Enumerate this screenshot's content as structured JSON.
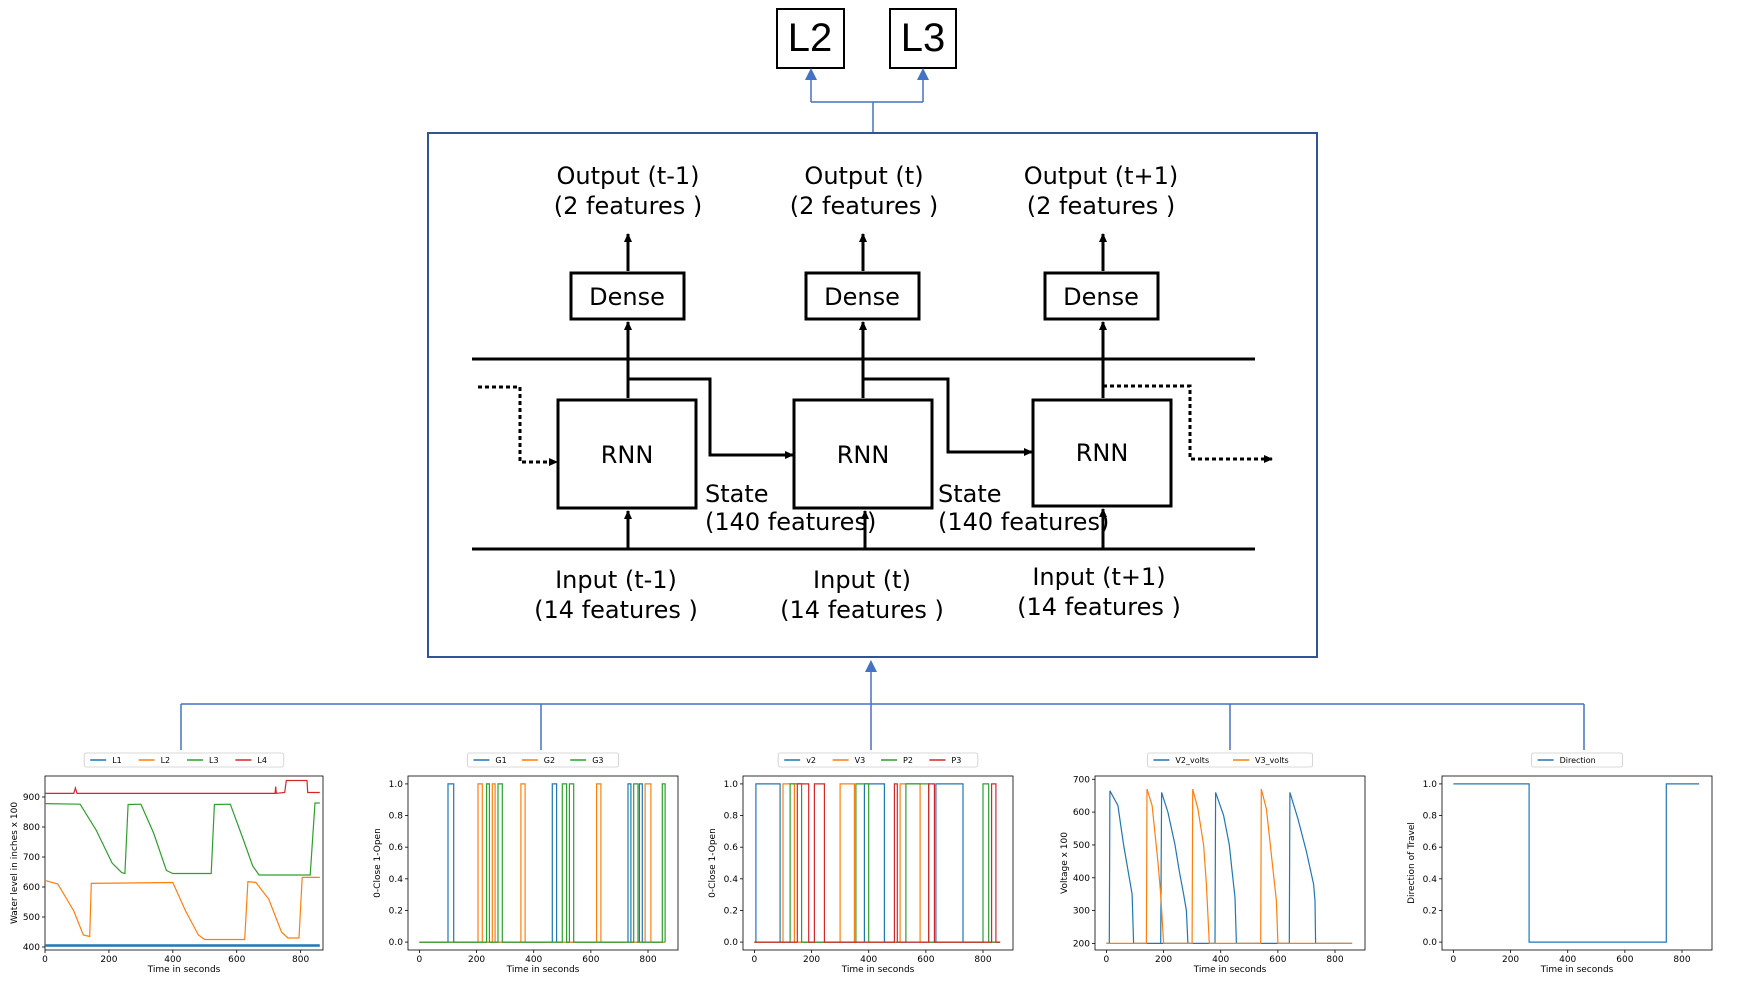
{
  "outputs": [
    "L2",
    "L3"
  ],
  "timesteps": [
    {
      "output_label": "Output (t-1)",
      "output_features": "(2 features )",
      "dense": "Dense",
      "rnn": "RNN",
      "input_label": "Input (t-1)",
      "input_features": "(14 features )"
    },
    {
      "output_label": "Output (t)",
      "output_features": "(2 features )",
      "dense": "Dense",
      "rnn": "RNN",
      "input_label": "Input (t)",
      "input_features": "(14 features )"
    },
    {
      "output_label": "Output (t+1)",
      "output_features": "(2 features )",
      "dense": "Dense",
      "rnn": "RNN",
      "input_label": "Input (t+1)",
      "input_features": "(14 features )"
    }
  ],
  "states": [
    {
      "label": "State",
      "features": "(140 features)"
    },
    {
      "label": "State",
      "features": "(140 features)"
    }
  ],
  "colors": {
    "connector": "#4472c4",
    "frame": "#2f5597",
    "blue": "#1f77b4",
    "orange": "#ff7f0e",
    "green": "#2ca02c",
    "red": "#d62728"
  },
  "chart_data": [
    {
      "type": "line",
      "xlabel": "Time in seconds",
      "ylabel": "Water level in inches x 100",
      "xticks": [
        "0",
        "200",
        "400",
        "600",
        "800"
      ],
      "yticks": [
        "400",
        "500",
        "600",
        "700",
        "800",
        "900"
      ],
      "xlim": [
        0,
        870
      ],
      "ylim": [
        390,
        970
      ],
      "legend": "top-center",
      "series": [
        {
          "name": "L1",
          "color": "#1f77b4",
          "points": [
            [
              0,
              405
            ],
            [
              860,
              405
            ]
          ]
        },
        {
          "name": "L2",
          "color": "#ff7f0e",
          "points": [
            [
              0,
              622
            ],
            [
              40,
              610
            ],
            [
              90,
              520
            ],
            [
              120,
              440
            ],
            [
              140,
              435
            ],
            [
              145,
              612
            ],
            [
              400,
              615
            ],
            [
              440,
              520
            ],
            [
              480,
              440
            ],
            [
              500,
              425
            ],
            [
              625,
              425
            ],
            [
              635,
              618
            ],
            [
              660,
              615
            ],
            [
              700,
              560
            ],
            [
              740,
              450
            ],
            [
              760,
              430
            ],
            [
              795,
              430
            ],
            [
              805,
              632
            ],
            [
              860,
              632
            ]
          ]
        },
        {
          "name": "L3",
          "color": "#2ca02c",
          "points": [
            [
              0,
              878
            ],
            [
              110,
              876
            ],
            [
              160,
              790
            ],
            [
              210,
              680
            ],
            [
              240,
              648
            ],
            [
              250,
              645
            ],
            [
              260,
              875
            ],
            [
              300,
              876
            ],
            [
              340,
              780
            ],
            [
              380,
              655
            ],
            [
              400,
              645
            ],
            [
              520,
              645
            ],
            [
              530,
              875
            ],
            [
              580,
              876
            ],
            [
              620,
              760
            ],
            [
              650,
              670
            ],
            [
              670,
              640
            ],
            [
              810,
              640
            ],
            [
              830,
              640
            ],
            [
              845,
              880
            ],
            [
              860,
              880
            ]
          ]
        },
        {
          "name": "L4",
          "color": "#d62728",
          "points": [
            [
              0,
              912
            ],
            [
              90,
              912
            ],
            [
              95,
              930
            ],
            [
              100,
              912
            ],
            [
              300,
              912
            ],
            [
              600,
              912
            ],
            [
              720,
              912
            ],
            [
              722,
              935
            ],
            [
              724,
              912
            ],
            [
              750,
              915
            ],
            [
              755,
              955
            ],
            [
              820,
              955
            ],
            [
              822,
              915
            ],
            [
              860,
              915
            ]
          ]
        }
      ]
    },
    {
      "type": "line",
      "xlabel": "Time in seconds",
      "ylabel": "0-Close 1-Open",
      "xticks": [
        "0",
        "200",
        "400",
        "600",
        "800"
      ],
      "yticks": [
        "0.0",
        "0.2",
        "0.4",
        "0.6",
        "0.8",
        "1.0"
      ],
      "xlim": [
        -40,
        905
      ],
      "ylim": [
        -0.05,
        1.05
      ],
      "legend": "top-center",
      "series": [
        {
          "name": "G1",
          "color": "#1f77b4",
          "pulses": [
            [
              100,
              120
            ],
            [
              465,
              480
            ],
            [
              730,
              740
            ],
            [
              770,
              780
            ]
          ]
        },
        {
          "name": "G2",
          "color": "#ff7f0e",
          "pulses": [
            [
              205,
              220
            ],
            [
              255,
              265
            ],
            [
              355,
              370
            ],
            [
              620,
              635
            ],
            [
              790,
              810
            ]
          ]
        },
        {
          "name": "G3",
          "color": "#2ca02c",
          "pulses": [
            [
              235,
              245
            ],
            [
              275,
              290
            ],
            [
              500,
              515
            ],
            [
              525,
              540
            ],
            [
              750,
              765
            ],
            [
              850,
              860
            ]
          ]
        }
      ]
    },
    {
      "type": "line",
      "xlabel": "Time in seconds",
      "ylabel": "0-Close 1-Open",
      "xticks": [
        "0",
        "200",
        "400",
        "600",
        "800"
      ],
      "yticks": [
        "0.0",
        "0.2",
        "0.4",
        "0.6",
        "0.8",
        "1.0"
      ],
      "xlim": [
        -40,
        905
      ],
      "ylim": [
        -0.05,
        1.05
      ],
      "legend": "top-center",
      "series": [
        {
          "name": "v2",
          "color": "#1f77b4",
          "pulses": [
            [
              5,
              90
            ],
            [
              385,
              455
            ],
            [
              635,
              730
            ]
          ]
        },
        {
          "name": "V3",
          "color": "#ff7f0e",
          "pulses": [
            [
              100,
              140
            ],
            [
              300,
              350
            ],
            [
              510,
              580
            ]
          ]
        },
        {
          "name": "P2",
          "color": "#2ca02c",
          "pulses": [
            [
              125,
              165
            ],
            [
              355,
              400
            ],
            [
              530,
              610
            ],
            [
              800,
              820
            ]
          ]
        },
        {
          "name": "P3",
          "color": "#d62728",
          "pulses": [
            [
              150,
              190
            ],
            [
              210,
              245
            ],
            [
              490,
              500
            ],
            [
              610,
              630
            ],
            [
              830,
              845
            ]
          ]
        }
      ]
    },
    {
      "type": "line",
      "xlabel": "Time in seconds",
      "ylabel": "Voltage x 100",
      "xticks": [
        "0",
        "200",
        "400",
        "600",
        "800"
      ],
      "yticks": [
        "200",
        "300",
        "400",
        "500",
        "600",
        "700"
      ],
      "xlim": [
        -40,
        905
      ],
      "ylim": [
        180,
        710
      ],
      "legend": "top-center",
      "series": [
        {
          "name": "V2_volts",
          "color": "#1f77b4",
          "points": [
            [
              0,
              200
            ],
            [
              10,
              200
            ],
            [
              12,
              665
            ],
            [
              40,
              620
            ],
            [
              60,
              500
            ],
            [
              80,
              400
            ],
            [
              90,
              350
            ],
            [
              95,
              200
            ],
            [
              380,
              200
            ],
            [
              382,
              660
            ],
            [
              410,
              590
            ],
            [
              430,
              500
            ],
            [
              440,
              420
            ],
            [
              450,
              340
            ],
            [
              455,
              200
            ],
            [
              640,
              200
            ],
            [
              642,
              660
            ],
            [
              670,
              580
            ],
            [
              700,
              480
            ],
            [
              725,
              380
            ],
            [
              730,
              330
            ],
            [
              732,
              200
            ],
            [
              860,
              200
            ]
          ],
          "extra": [
            [
              190,
              200
            ],
            [
              193,
              660
            ],
            [
              215,
              600
            ],
            [
              240,
              500
            ],
            [
              255,
              420
            ],
            [
              270,
              350
            ],
            [
              280,
              300
            ],
            [
              285,
              200
            ]
          ]
        },
        {
          "name": "V3_volts",
          "color": "#ff7f0e",
          "points": [
            [
              0,
              200
            ],
            [
              140,
              200
            ],
            [
              142,
              670
            ],
            [
              160,
              620
            ],
            [
              180,
              450
            ],
            [
              190,
              350
            ],
            [
              200,
              200
            ],
            [
              300,
              200
            ],
            [
              302,
              670
            ],
            [
              320,
              610
            ],
            [
              340,
              500
            ],
            [
              350,
              380
            ],
            [
              360,
              200
            ],
            [
              540,
              200
            ],
            [
              542,
              670
            ],
            [
              560,
              610
            ],
            [
              580,
              450
            ],
            [
              595,
              330
            ],
            [
              600,
              200
            ],
            [
              860,
              200
            ]
          ]
        }
      ]
    },
    {
      "type": "line",
      "xlabel": "Time in seconds",
      "ylabel": "Direction of Travel",
      "xticks": [
        "0",
        "200",
        "400",
        "600",
        "800"
      ],
      "yticks": [
        "0.0",
        "0.2",
        "0.4",
        "0.6",
        "0.8",
        "1.0"
      ],
      "xlim": [
        -40,
        905
      ],
      "ylim": [
        -0.05,
        1.05
      ],
      "legend": "top-center",
      "series": [
        {
          "name": "Direction",
          "color": "#1f77b4",
          "points": [
            [
              0,
              1
            ],
            [
              265,
              1
            ],
            [
              265,
              0
            ],
            [
              745,
              0
            ],
            [
              745,
              1
            ],
            [
              860,
              1
            ]
          ]
        }
      ]
    }
  ]
}
